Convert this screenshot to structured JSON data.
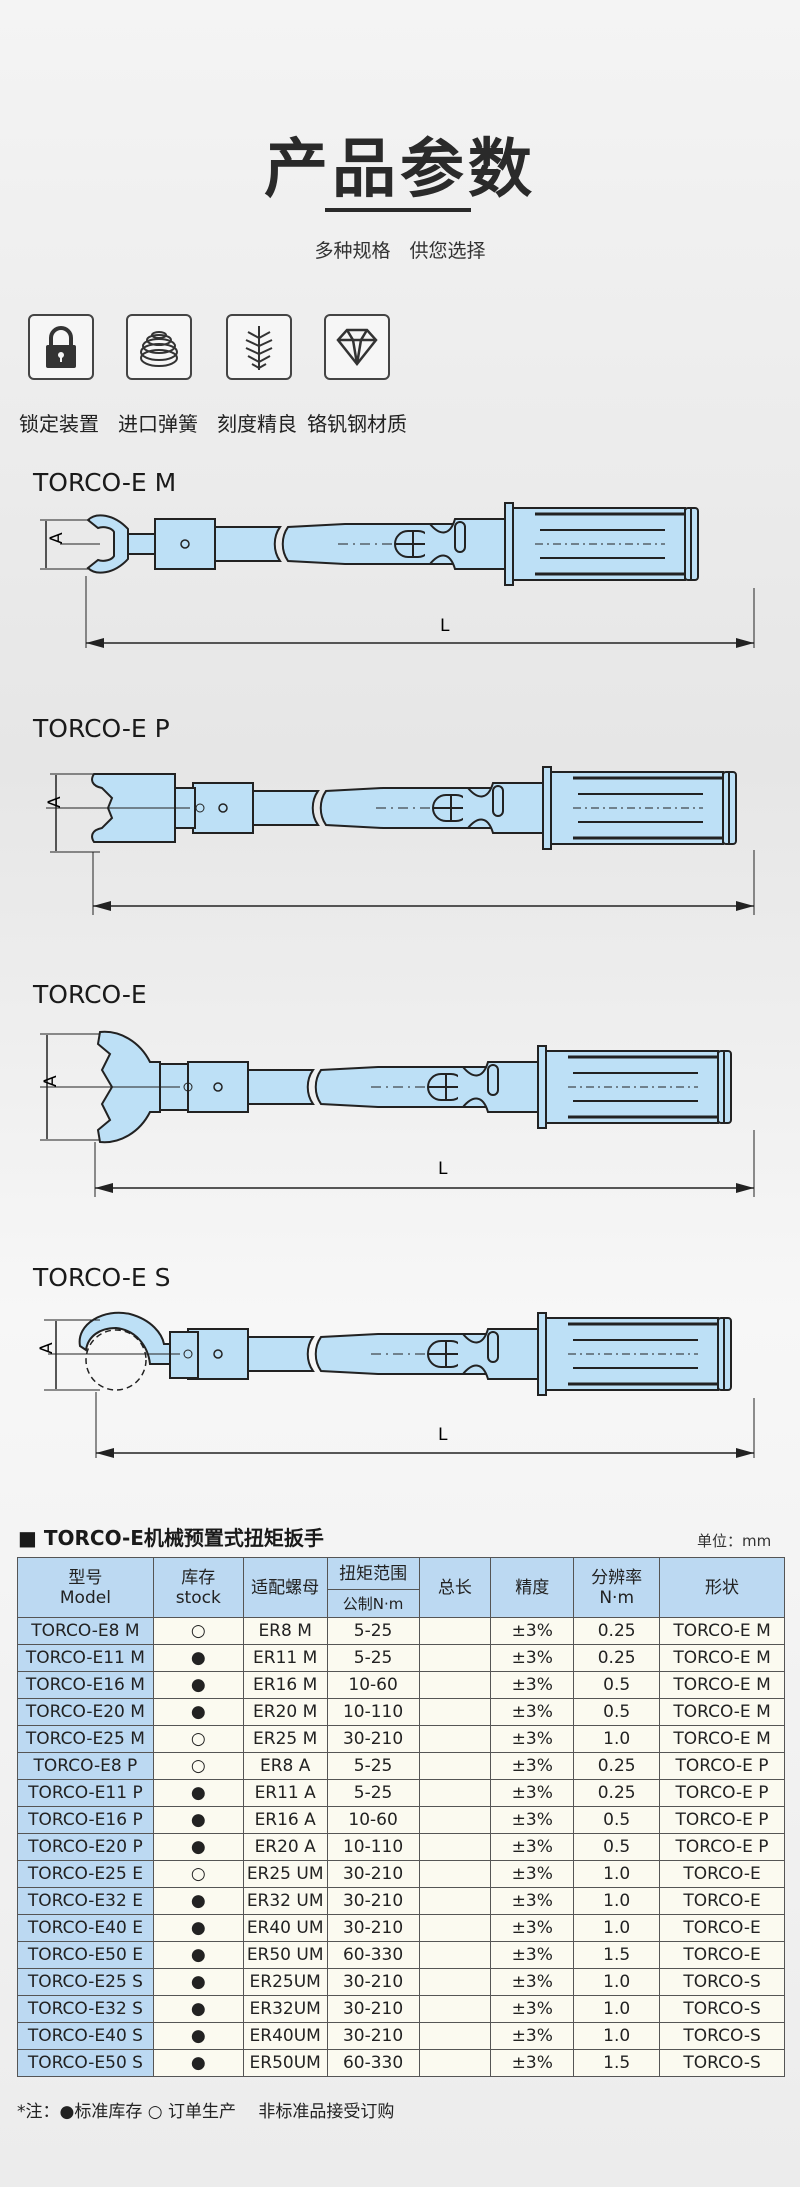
{
  "header": {
    "title": "产品参数",
    "subtitle": "多种规格　供您选择"
  },
  "features": [
    {
      "icon": "lock-icon",
      "label": "锁定装置"
    },
    {
      "icon": "spring-icon",
      "label": "进口弹簧"
    },
    {
      "icon": "scale-marks-icon",
      "label": "刻度精良"
    },
    {
      "icon": "diamond-icon",
      "label": "铬钒钢材质"
    }
  ],
  "diagrams": [
    {
      "name": "TORCO-E M",
      "dim_a": "A",
      "dim_l": "L"
    },
    {
      "name": "TORCO-E P",
      "dim_a": "A"
    },
    {
      "name": "TORCO-E",
      "dim_a": "A",
      "dim_l": "L"
    },
    {
      "name": "TORCO-E S",
      "dim_a": "A",
      "dim_l": "L"
    }
  ],
  "table": {
    "heading": "TORCO-E机械预置式扭矩扳手",
    "unit": "单位：mm",
    "headers": {
      "model": [
        "型号",
        "Model"
      ],
      "stock": [
        "库存",
        "stock"
      ],
      "screw": "适配螺母",
      "range": "扭矩范围",
      "range_sub": "公制N·m",
      "length": "总长",
      "accuracy": "精度",
      "resolution": [
        "分辨率",
        "N·m"
      ],
      "shape": "形状"
    },
    "rows": [
      {
        "model": "TORCO-E8 M",
        "stock": "○",
        "screw": "ER8 M",
        "range": "5-25",
        "length": "",
        "accuracy": "±3%",
        "resolution": "0.25",
        "shape": "TORCO-E M"
      },
      {
        "model": "TORCO-E11 M",
        "stock": "●",
        "screw": "ER11 M",
        "range": "5-25",
        "length": "",
        "accuracy": "±3%",
        "resolution": "0.25",
        "shape": "TORCO-E M"
      },
      {
        "model": "TORCO-E16 M",
        "stock": "●",
        "screw": "ER16 M",
        "range": "10-60",
        "length": "",
        "accuracy": "±3%",
        "resolution": "0.5",
        "shape": "TORCO-E M"
      },
      {
        "model": "TORCO-E20 M",
        "stock": "●",
        "screw": "ER20 M",
        "range": "10-110",
        "length": "",
        "accuracy": "±3%",
        "resolution": "0.5",
        "shape": "TORCO-E M"
      },
      {
        "model": "TORCO-E25 M",
        "stock": "○",
        "screw": "ER25 M",
        "range": "30-210",
        "length": "",
        "accuracy": "±3%",
        "resolution": "1.0",
        "shape": "TORCO-E M"
      },
      {
        "model": "TORCO-E8 P",
        "stock": "○",
        "screw": "ER8 A",
        "range": "5-25",
        "length": "",
        "accuracy": "±3%",
        "resolution": "0.25",
        "shape": "TORCO-E P"
      },
      {
        "model": "TORCO-E11 P",
        "stock": "●",
        "screw": "ER11 A",
        "range": "5-25",
        "length": "",
        "accuracy": "±3%",
        "resolution": "0.25",
        "shape": "TORCO-E P"
      },
      {
        "model": "TORCO-E16 P",
        "stock": "●",
        "screw": "ER16 A",
        "range": "10-60",
        "length": "",
        "accuracy": "±3%",
        "resolution": "0.5",
        "shape": "TORCO-E P"
      },
      {
        "model": "TORCO-E20 P",
        "stock": "●",
        "screw": "ER20 A",
        "range": "10-110",
        "length": "",
        "accuracy": "±3%",
        "resolution": "0.5",
        "shape": "TORCO-E P"
      },
      {
        "model": "TORCO-E25 E",
        "stock": "○",
        "screw": "ER25 UM",
        "range": "30-210",
        "length": "",
        "accuracy": "±3%",
        "resolution": "1.0",
        "shape": "TORCO-E"
      },
      {
        "model": "TORCO-E32 E",
        "stock": "●",
        "screw": "ER32 UM",
        "range": "30-210",
        "length": "",
        "accuracy": "±3%",
        "resolution": "1.0",
        "shape": "TORCO-E"
      },
      {
        "model": "TORCO-E40 E",
        "stock": "●",
        "screw": "ER40 UM",
        "range": "30-210",
        "length": "",
        "accuracy": "±3%",
        "resolution": "1.0",
        "shape": "TORCO-E"
      },
      {
        "model": "TORCO-E50 E",
        "stock": "●",
        "screw": "ER50 UM",
        "range": "60-330",
        "length": "",
        "accuracy": "±3%",
        "resolution": "1.5",
        "shape": "TORCO-E"
      },
      {
        "model": "TORCO-E25 S",
        "stock": "●",
        "screw": "ER25UM",
        "range": "30-210",
        "length": "",
        "accuracy": "±3%",
        "resolution": "1.0",
        "shape": "TORCO-S"
      },
      {
        "model": "TORCO-E32 S",
        "stock": "●",
        "screw": "ER32UM",
        "range": "30-210",
        "length": "",
        "accuracy": "±3%",
        "resolution": "1.0",
        "shape": "TORCO-S"
      },
      {
        "model": "TORCO-E40 S",
        "stock": "●",
        "screw": "ER40UM",
        "range": "30-210",
        "length": "",
        "accuracy": "±3%",
        "resolution": "1.0",
        "shape": "TORCO-S"
      },
      {
        "model": "TORCO-E50 S",
        "stock": "●",
        "screw": "ER50UM",
        "range": "60-330",
        "length": "",
        "accuracy": "±3%",
        "resolution": "1.5",
        "shape": "TORCO-S"
      }
    ],
    "footnote": "*注：●标准库存 ○ 订单生产　 非标准品接受订购"
  },
  "colors": {
    "wrench_fill": "#bde0f6",
    "wrench_stroke": "#222222",
    "header_blue": "#bcd9f2",
    "cell_cream": "#fbfaf0"
  }
}
